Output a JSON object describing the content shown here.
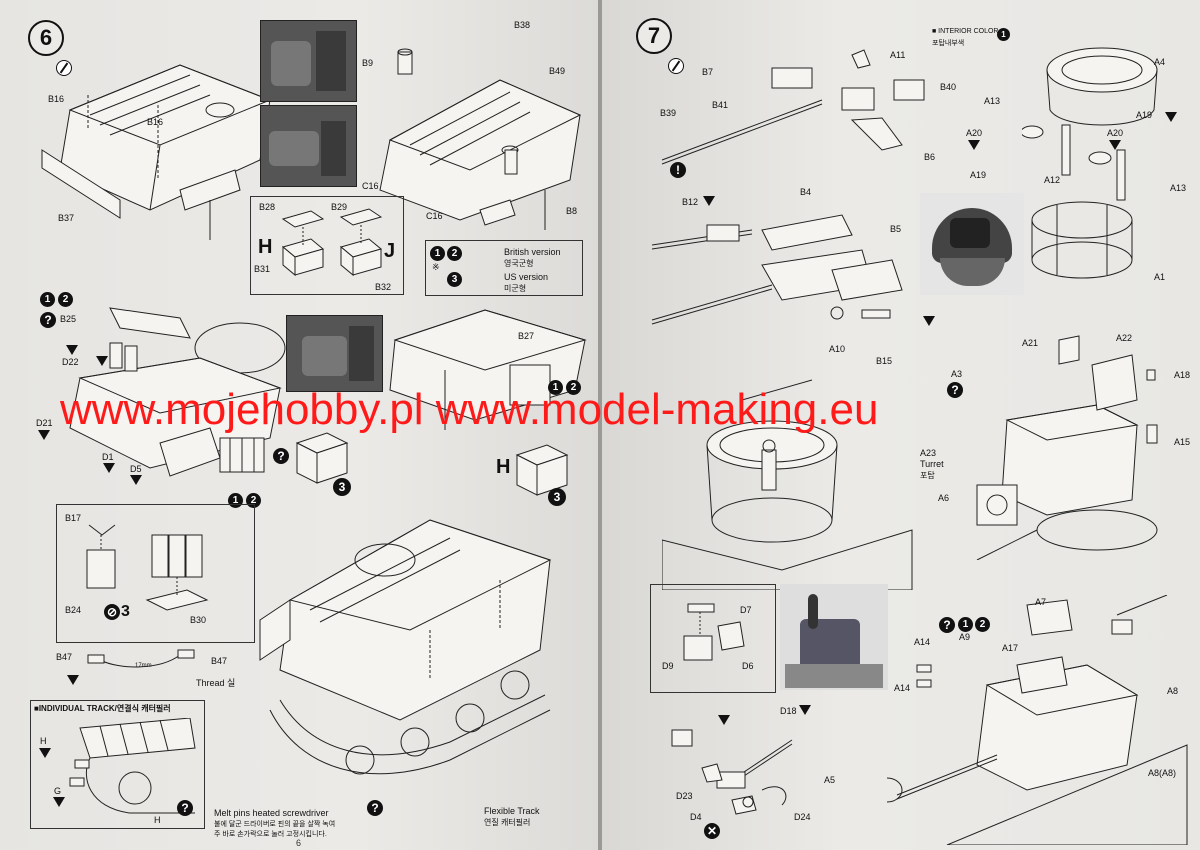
{
  "left_page": {
    "step_number": "6",
    "page_number": "6",
    "part_labels": {
      "b16a": "B16",
      "b16b": "B16",
      "b37": "B37",
      "b9": "B9",
      "b38": "B38",
      "b49": "B49",
      "c16a": "C16",
      "c16b": "C16",
      "b8": "B8",
      "b28": "B28",
      "b29": "B29",
      "b31": "B31",
      "b32": "B32",
      "b25": "B25",
      "d22": "D22",
      "d21": "D21",
      "d1": "D1",
      "d5": "D5",
      "b27": "B27",
      "b17": "B17",
      "b24": "B24",
      "b30": "B30",
      "b47a": "B47",
      "b47b": "B47",
      "h_track": "H",
      "g_track": "G",
      "h_bottom": "H"
    },
    "sub_letters": {
      "h": "H",
      "j": "J",
      "h2": "H"
    },
    "legend": {
      "british_en": "British version",
      "british_ko": "영국군형",
      "us_en": "US version",
      "us_ko": "미군형",
      "mark": "※"
    },
    "thread_label": "Thread 실",
    "individual_track": "■INDIVIDUAL TRACK/연결식 캐터필러",
    "melt_en": "Melt pins heated screwdriver",
    "melt_ko1": "불에 달군 드라이버로 핀의 끝을 살짝 녹여",
    "melt_ko2": "주 바로 손가락으로 눌러 고정시킵니다.",
    "flexible_en": "Flexible Track",
    "flexible_ko": "연질 캐터필러",
    "dim_label": "17mm",
    "version_nums": {
      "one": "1",
      "two": "2",
      "three": "3"
    }
  },
  "right_page": {
    "step_number": "7",
    "interior_color": "■ INTERIOR COLOR :",
    "interior_color_ko": "포탑내부색",
    "part_labels": {
      "b7": "B7",
      "a11": "A11",
      "b40": "B40",
      "b39": "B39",
      "b41": "B41",
      "b6": "B6",
      "a4": "A4",
      "a13a": "A13",
      "a20a": "A20",
      "a20b": "A20",
      "a19a": "A19",
      "a19b": "A19",
      "a12": "A12",
      "a13b": "A13",
      "a1": "A1",
      "b12": "B12",
      "b4": "B4",
      "b5": "B5",
      "a10": "A10",
      "b15": "B15",
      "a21": "A21",
      "a22": "A22",
      "a3": "A3",
      "a18": "A18",
      "a15": "A15",
      "a23": "A23",
      "a6": "A6",
      "d7": "D7",
      "d9": "D9",
      "d6": "D6",
      "d18": "D18",
      "d23": "D23",
      "d4": "D4",
      "d24": "D24",
      "a7": "A7",
      "a14a": "A14",
      "a14b": "A14",
      "a9": "A9",
      "a17": "A17",
      "a8": "A8",
      "a5": "A5",
      "a8a8": "A8(A8)"
    },
    "turret_en": "Turret",
    "turret_ko": "포탑"
  },
  "watermark": "www.mojehobby.pl www.model-making.eu",
  "colors": {
    "paper": "#e9e8e5",
    "ink": "#111111",
    "watermark": "#ff1a1a"
  },
  "icons": [
    "cement-icon",
    "question-mark-icon",
    "warning-icon",
    "paint-triangle-icon",
    "no-glue-icon"
  ]
}
